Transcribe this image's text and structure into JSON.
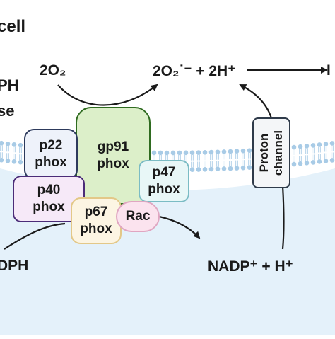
{
  "labels": {
    "cell": "cell",
    "side_ph": "PH",
    "side_se": "se",
    "o2_left": "2O₂",
    "superoxide": "2O₂˙⁻ + 2H⁺",
    "right_cut": "I",
    "nadph_cut": "DPH",
    "nadp": "NADP⁺ + H⁺"
  },
  "proteins": {
    "p22": [
      "p22",
      "phox"
    ],
    "gp91": [
      "gp91",
      "phox"
    ],
    "p47": [
      "p47",
      "phox"
    ],
    "p40": [
      "p40",
      "phox"
    ],
    "p67": [
      "p67",
      "phox"
    ],
    "rac": "Rac"
  },
  "channel": {
    "line1": "Proton",
    "line2": "channel"
  },
  "colors": {
    "gp91_fill": "#dcefc9",
    "gp91_border": "#2f6b20",
    "p22_fill": "#eef2fa",
    "p22_border": "#2d3a5c",
    "p47_fill": "#e8f7f7",
    "p47_border": "#7bbcc4",
    "p40_fill": "#f6e9f8",
    "p40_border": "#4b2c78",
    "p67_fill": "#fcf5e3",
    "p67_border": "#e3c888",
    "rac_fill": "#fbe3ee",
    "rac_border": "#e0a6c1",
    "membrane": "#a8cbe6",
    "cytosol": "#e4f1fa",
    "arrow": "#1a1a1a"
  }
}
